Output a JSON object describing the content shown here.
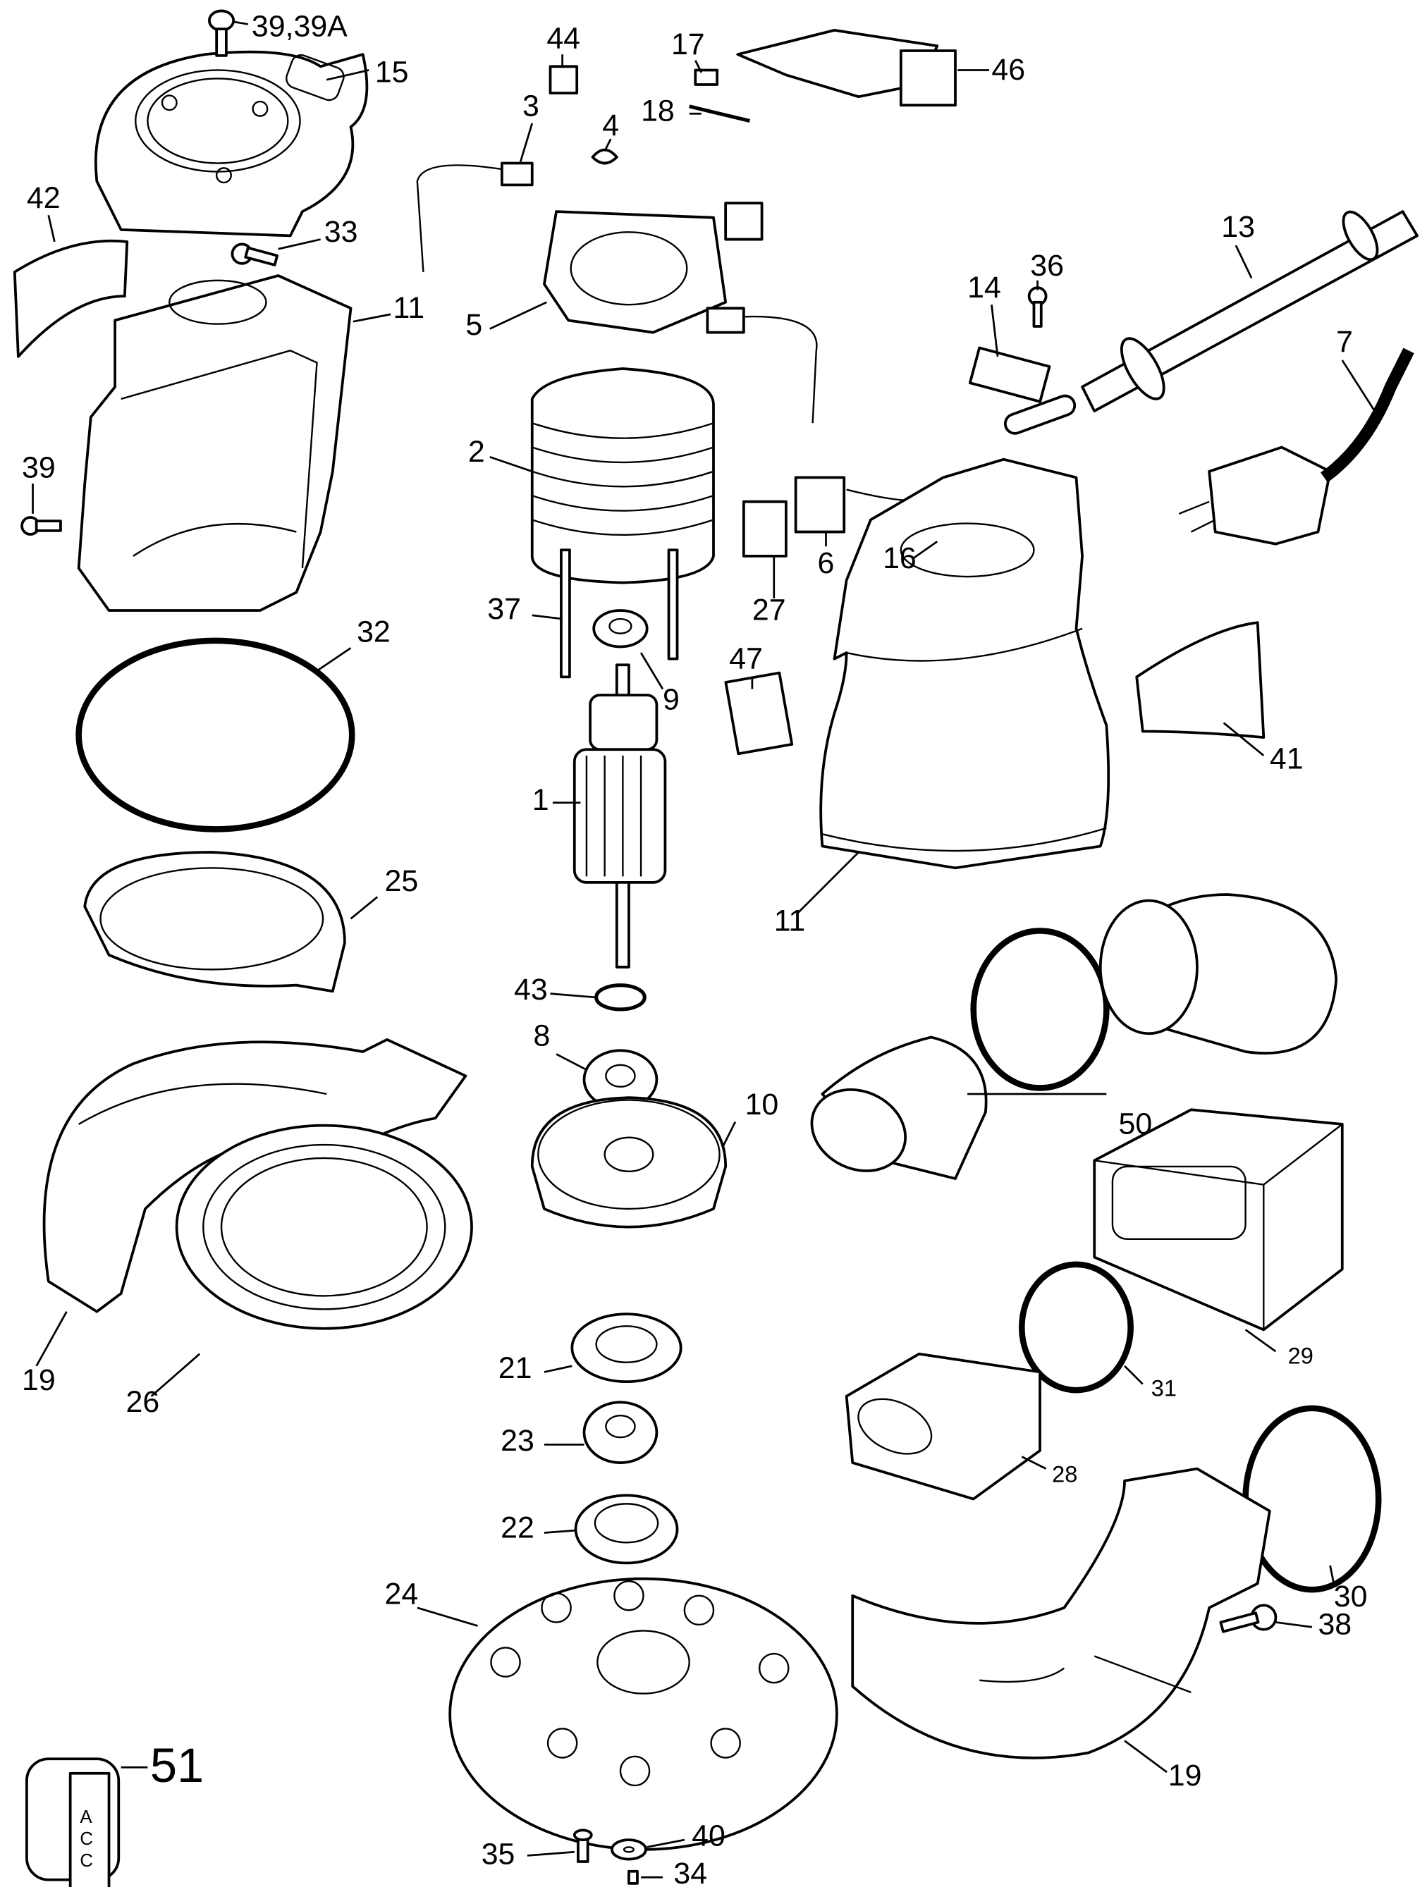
{
  "diagram": {
    "type": "exploded-parts-diagram",
    "background_color": "#ffffff",
    "line_color": "#000000",
    "callouts": [
      "39,39A",
      "15",
      "44",
      "17",
      "46",
      "3",
      "4",
      "18",
      "42",
      "33",
      "13",
      "11",
      "5",
      "36",
      "14",
      "7",
      "2",
      "39",
      "16",
      "37",
      "27",
      "6",
      "32",
      "9",
      "47",
      "41",
      "1",
      "25",
      "11",
      "43",
      "8",
      "10",
      "50",
      "19",
      "26",
      "29",
      "31",
      "21",
      "23",
      "28",
      "22",
      "30",
      "24",
      "38",
      "19",
      "51",
      "35",
      "40",
      "34"
    ],
    "accessory_label": [
      "A",
      "C",
      "C"
    ]
  }
}
